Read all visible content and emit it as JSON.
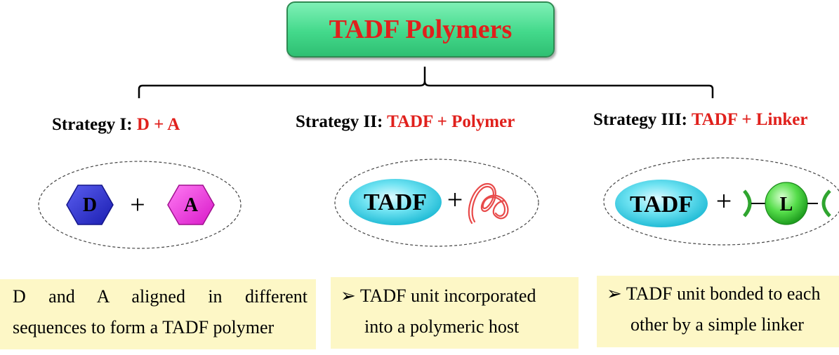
{
  "title": "TADF Polymers",
  "strategies": [
    {
      "prefix": "Strategy I: ",
      "highlight": "D + A",
      "donor_label": "D",
      "plus": "+",
      "acceptor_label": "A",
      "description_line1": "D and A aligned in different",
      "description_line2": "sequences to form a TADF polymer"
    },
    {
      "prefix": "Strategy II: ",
      "highlight": "TADF + Polymer",
      "tadf_label": "TADF",
      "plus": "+",
      "description_line1": "➢ TADF unit incorporated",
      "description_line2": "into a polymeric host"
    },
    {
      "prefix": "Strategy III: ",
      "highlight": "TADF + Linker",
      "tadf_label": "TADF",
      "plus": "+",
      "linker_label": "L",
      "description_line1": "➢ TADF unit bonded to each",
      "description_line2": "other by a simple linker"
    }
  ],
  "colors": {
    "title_text": "#e0201c",
    "highlight": "#e0201c",
    "donor": "#2b2fd6",
    "acceptor": "#ee2fe0",
    "tadf": "#3fd6ea",
    "linker": "#3fcf3f",
    "coil": "#e84a4a",
    "description_bg": "#fdf7c6"
  }
}
